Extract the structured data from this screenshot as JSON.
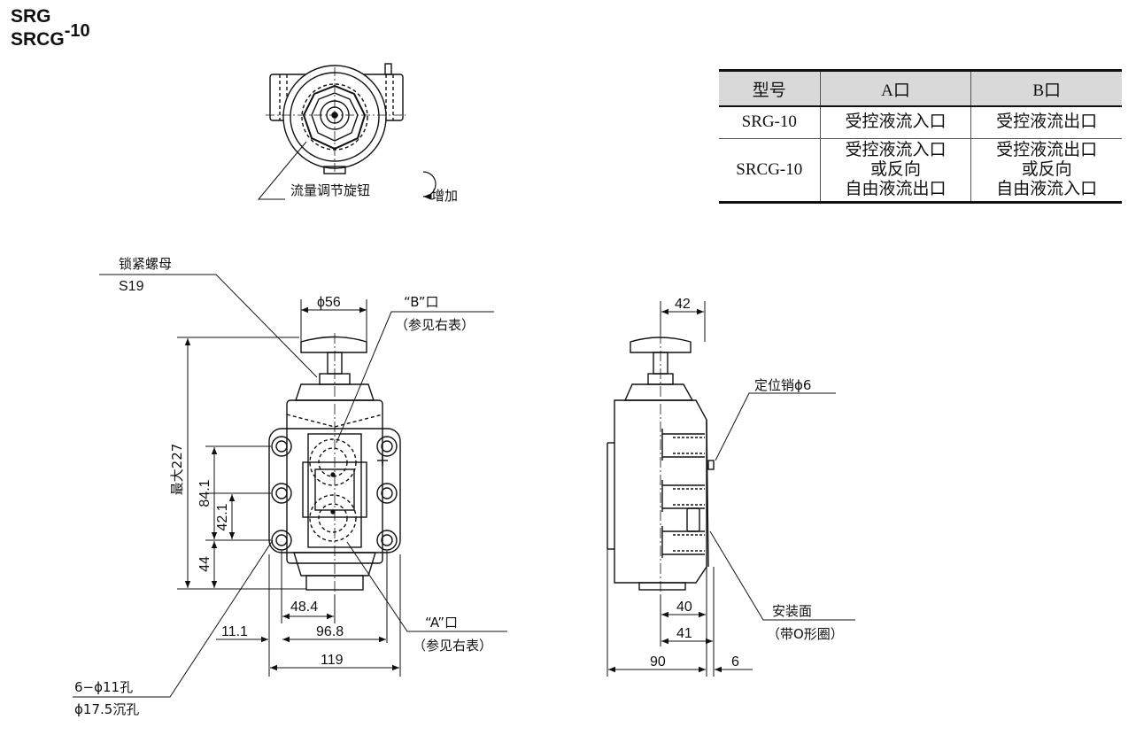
{
  "model": {
    "line1": "SRG",
    "line2": "SRCG",
    "suffix": "-10"
  },
  "top_view": {
    "knob_label": "流量调节旋钮",
    "increase_label": "增加"
  },
  "table": {
    "headers": [
      "型号",
      "A口",
      "B口"
    ],
    "rows": [
      [
        "SRG-10",
        "受控液流入口",
        "受控液流出口"
      ],
      [
        "SRCG-10",
        "受控液流入口\n或反向\n自由液流出口",
        "受控液流出口\n或反向\n自由液流入口"
      ]
    ]
  },
  "front_view": {
    "locknut_label": "锁紧螺母",
    "locknut_size": "S19",
    "dia56": "ϕ56",
    "b_port": "“B”口",
    "b_port_ref": "（参见右表）",
    "max_height": "最大227",
    "dim_84_1": "84.1",
    "dim_42_1": "42.1",
    "dim_44": "44",
    "dim_48_4": "48.4",
    "dim_11_1": "11.1",
    "dim_96_8": "96.8",
    "dim_119": "119",
    "a_port": "“A”口",
    "a_port_ref": "（参见右表）",
    "holes_line1": "6−ϕ11孔",
    "holes_line2": "ϕ17.5沉孔"
  },
  "side_view": {
    "dim_42": "42",
    "pin_label": "定位销ϕ6",
    "dim_40": "40",
    "dim_41": "41",
    "dim_90": "90",
    "dim_6": "6",
    "mount_face": "安装面",
    "oring": "（带O形圈）"
  }
}
